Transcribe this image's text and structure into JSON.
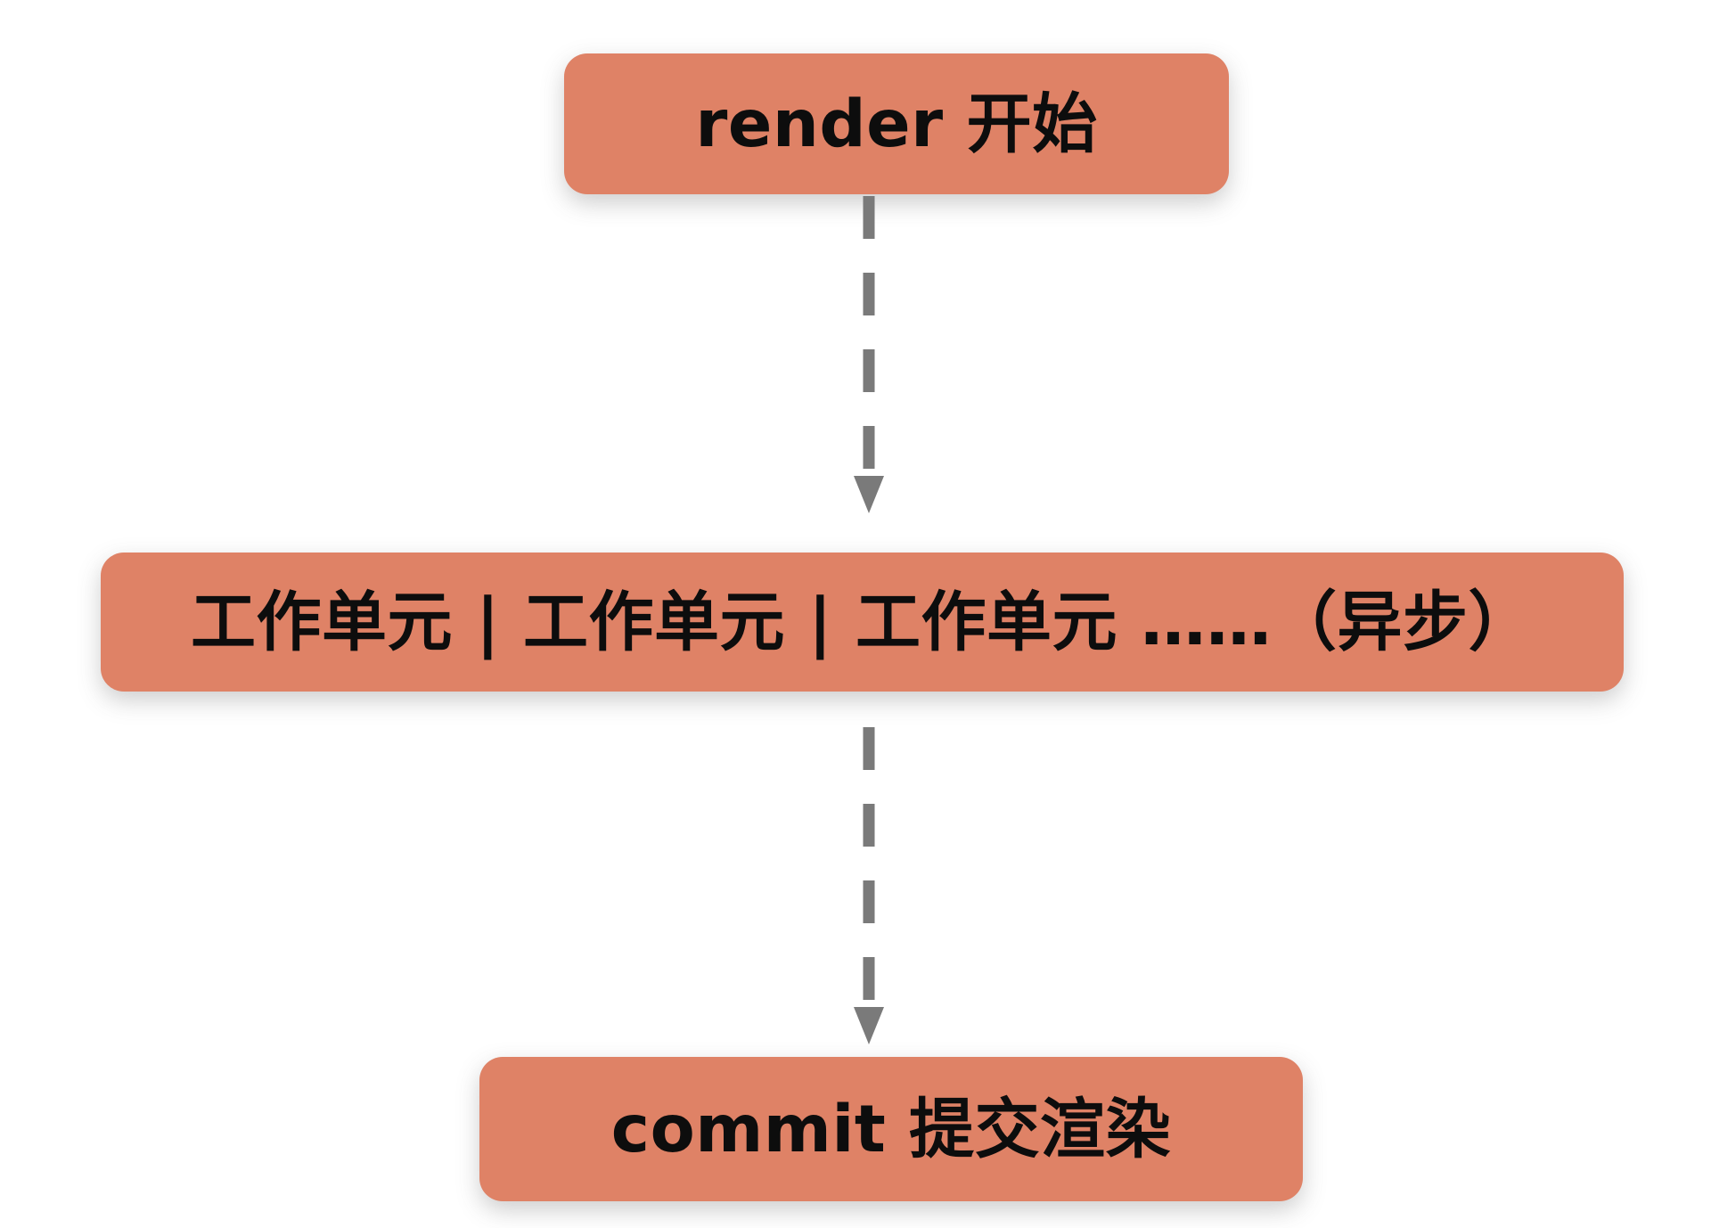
{
  "diagram": {
    "type": "flowchart",
    "direction": "top-down",
    "nodes": [
      {
        "id": "render-start",
        "label": "render 开始"
      },
      {
        "id": "work-units",
        "label": "工作单元 | 工作单元 | 工作单元 ……（异步）"
      },
      {
        "id": "commit",
        "label": "commit 提交渲染"
      }
    ],
    "connectors": [
      {
        "from": "render-start",
        "to": "work-units",
        "style": "dashed-arrow-down"
      },
      {
        "from": "work-units",
        "to": "commit",
        "style": "dashed-arrow-down"
      }
    ],
    "colors": {
      "node_fill": "#df8266",
      "node_text": "#0d0d0d",
      "arrow": "#7a7a7a",
      "background": "#ffffff"
    }
  }
}
